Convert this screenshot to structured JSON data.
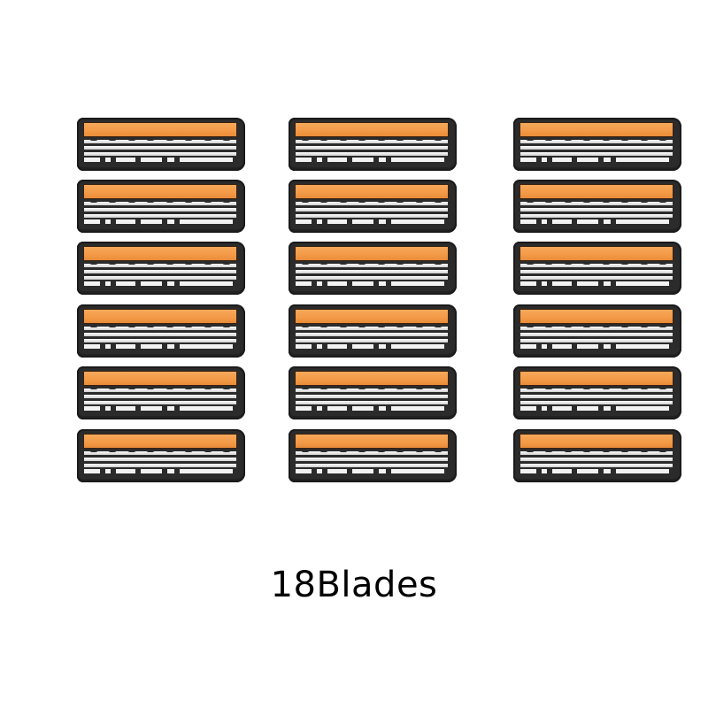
{
  "product": {
    "caption": "18Blades",
    "count": 18,
    "layout": {
      "columns": 3,
      "rows": 6
    },
    "colors": {
      "background": "#ffffff",
      "cartridge_body": "#2b2b2b",
      "lubricating_strip": "#f39a47",
      "blade": "#e6e6e6",
      "caption_text": "#000000"
    },
    "item_icon": "razor-cartridge-icon"
  }
}
